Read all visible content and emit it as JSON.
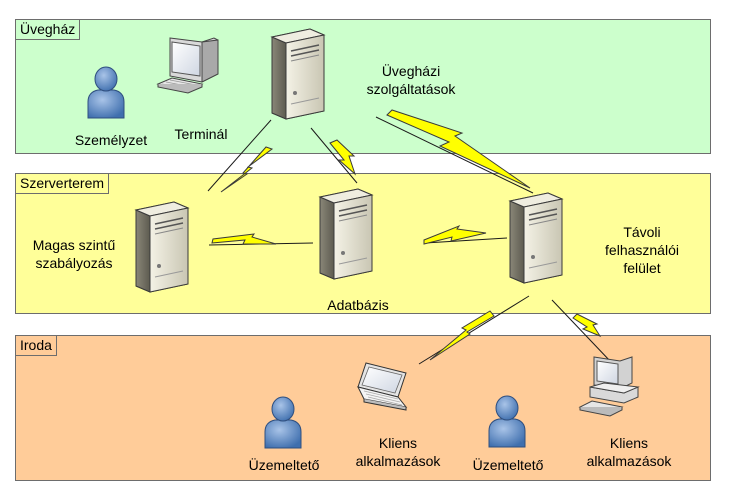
{
  "zones": {
    "greenhouse": {
      "label": "Üvegház",
      "color": "#ccffcc"
    },
    "server_room": {
      "label": "Szerverterem",
      "color": "#ffff99"
    },
    "office": {
      "label": "Iroda",
      "color": "#ffcc99"
    }
  },
  "nodes": {
    "staff": "Személyzet",
    "terminal": "Terminál",
    "greenhouse_services": {
      "line1": "Üvegházi",
      "line2": "szolgáltatások"
    },
    "high_level_control": {
      "line1": "Magas szintű",
      "line2": "szabályozás"
    },
    "database": "Adatbázis",
    "remote_ui": {
      "line1": "Távoli",
      "line2": "felhasználói",
      "line3": "felület"
    },
    "operator_left": "Üzemeltető",
    "client_apps_left": {
      "line1": "Kliens",
      "line2": "alkalmazások"
    },
    "operator_right": "Üzemeltető",
    "client_apps_right": {
      "line1": "Kliens",
      "line2": "alkalmazások"
    }
  },
  "colors": {
    "lightning": "#ffff00",
    "lightning_stroke": "#333333",
    "user_blue": "#4f81bd"
  }
}
